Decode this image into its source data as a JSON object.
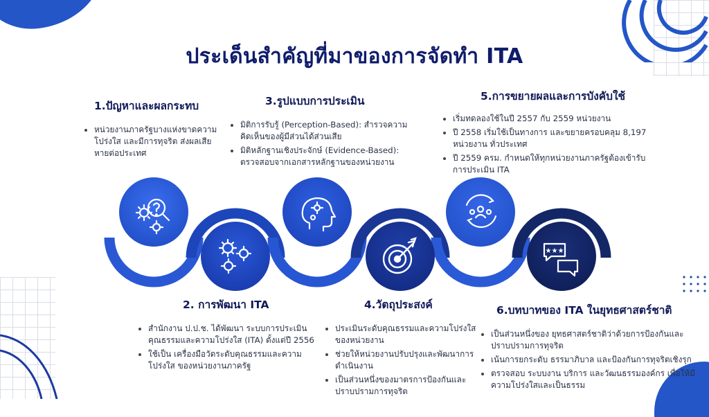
{
  "title": "ประเด็นสำคัญที่มาของการจัดทำ ITA",
  "colors": {
    "navy": "#0f1c6b",
    "blue_bright": "#2b5bd6",
    "blue_mid": "#1d45b8",
    "blue_deep": "#1a3291",
    "navy_dark": "#122362"
  },
  "sections": [
    {
      "heading": "1.ปัญหาและผลกระทบ",
      "icon": "gears-question-magnifier-icon",
      "bullets": [
        "หน่วยงานภาครัฐบางแห่งขาดความโปร่งใส และมีการทุจริต ส่งผลเสียหายต่อประเทศ"
      ]
    },
    {
      "heading": "2. การพัฒนา ITA",
      "icon": "gears-icon",
      "bullets": [
        "สำนักงาน ป.ป.ช. ได้พัฒนา ระบบการประเมินคุณธรรมและความโปร่งใส (ITA) ตั้งแต่ปี 2556",
        "ใช้เป็น เครื่องมือวัดระดับคุณธรรมและความโปร่งใส ของหน่วยงานภาครัฐ"
      ]
    },
    {
      "heading": "3.รูปแบบการประเมิน",
      "icon": "head-gears-icon",
      "bullets": [
        "มิติการรับรู้ (Perception-Based): สำรวจความคิดเห็นของผู้มีส่วนได้ส่วนเสีย",
        "มิติหลักฐานเชิงประจักษ์ (Evidence-Based): ตรวจสอบจากเอกสารหลักฐานของหน่วยงาน"
      ]
    },
    {
      "heading": "4.วัตถุประสงค์",
      "icon": "target-arrow-icon",
      "bullets": [
        "ประเมินระดับคุณธรรมและความโปร่งใสของหน่วยงาน",
        "ช่วยให้หน่วยงานปรับปรุงและพัฒนาการดำเนินงาน",
        "เป็นส่วนหนึ่งของมาตรการป้องกันและปราบปรามการทุจริต"
      ]
    },
    {
      "heading": "5.การขยายผลและการบังคับใช้",
      "icon": "people-cycle-icon",
      "bullets": [
        "เริ่มทดลองใช้ในปี 2557 กับ 2559 หน่วยงาน",
        "ปี 2558 เริ่มใช้เป็นทางการ และขยายครอบคลุม 8,197 หน่วยงาน ทั่วประเทศ",
        "ปี 2559 ครม. กำหนดให้ทุกหน่วยงานภาครัฐต้องเข้ารับการประเมิน ITA"
      ]
    },
    {
      "heading": "6.บทบาทของ ITA ในยุทธศาสตร์ชาติ",
      "icon": "rating-chat-bubbles-icon",
      "bullets": [
        "เป็นส่วนหนึ่งของ ยุทธศาสตร์ชาติว่าด้วยการป้องกันและปราบปรามการทุจริต",
        "เน้นการยกระดับ ธรรมาภิบาล และป้องกันการทุจริตเชิงรุก",
        "ตรวจสอบ ระบบงาน บริการ และวัฒนธรรมองค์กร เพื่อให้มีความโปร่งใสและเป็นธรรม"
      ]
    }
  ]
}
